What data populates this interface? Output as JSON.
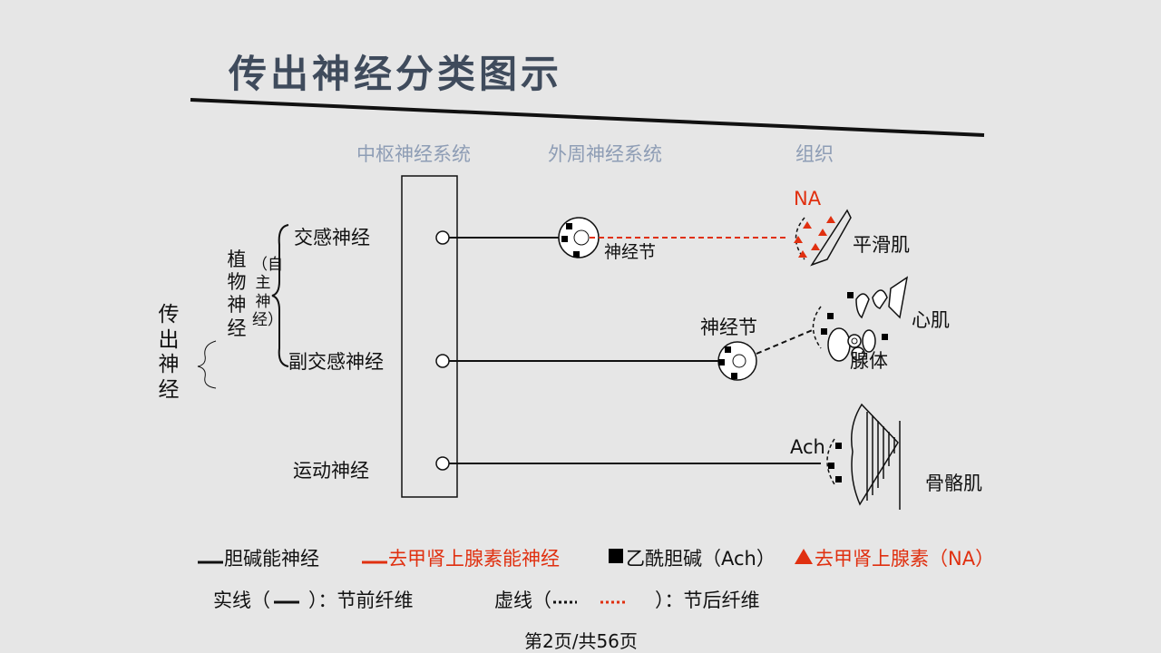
{
  "title": "传出神经分类图示",
  "columns": {
    "cns": "中枢神经系统",
    "pns": "外周神经系统",
    "tissue": "组织"
  },
  "efferent": "传出神经",
  "vegetative": "植物神经",
  "autonomic": "（自主神经）",
  "nerves": {
    "sympathetic": "交感神经",
    "parasympathetic": "副交感神经",
    "motor": "运动神经"
  },
  "ganglion_1": "神经节",
  "ganglion_2": "神经节",
  "na_label": "NA",
  "ach_label": "Ach",
  "tissues": {
    "smooth_muscle": "平滑肌",
    "cardiac_muscle": "心肌",
    "gland": "腺体",
    "skeletal_muscle": "骨骼肌"
  },
  "legend": {
    "cholinergic": "胆碱能神经",
    "noradrenergic": "去甲肾上腺素能神经",
    "ach": "乙酰胆碱（Ach）",
    "na": "去甲肾上腺素（NA）"
  },
  "notes": {
    "solid_prefix": "实线（",
    "solid_suffix": "）：节前纤维",
    "dashed_prefix": "虚线（",
    "dashed_suffix": "）：节后纤维"
  },
  "page_number": "第2页/共56页",
  "colors": {
    "background": "#e6e6e6",
    "title": "#3f4b5c",
    "column_header": "#8e9db5",
    "noradrenergic": "#e03010",
    "line": "#111111"
  }
}
